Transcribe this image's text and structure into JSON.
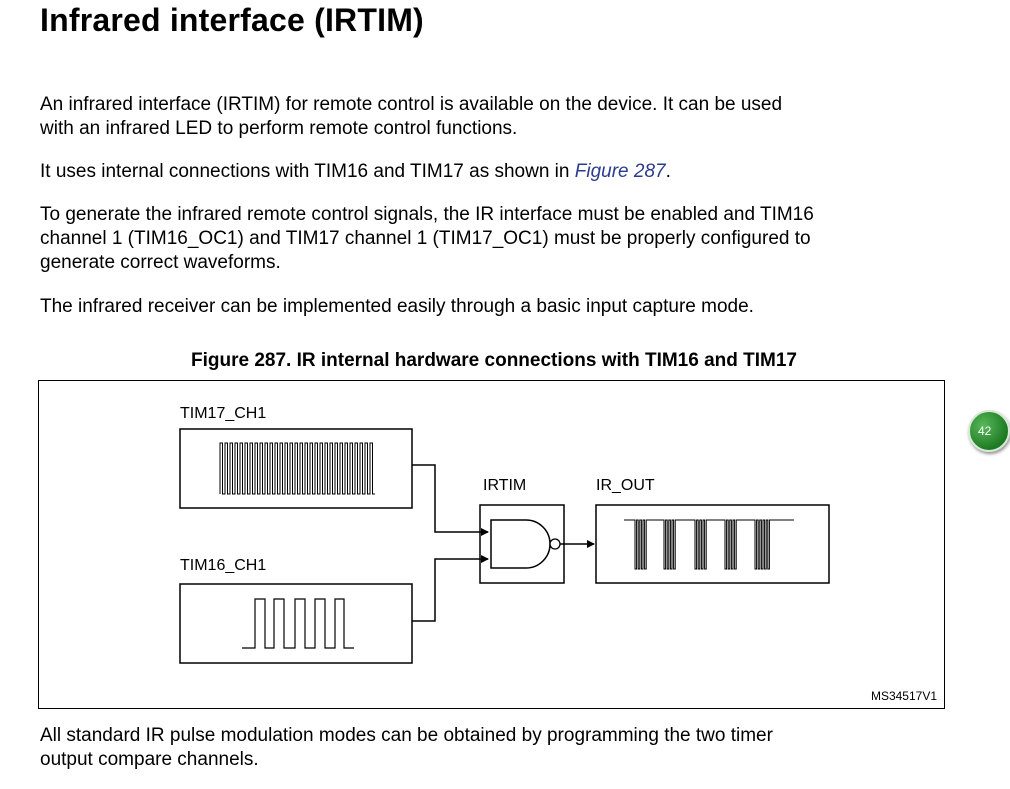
{
  "document": {
    "title": "Infrared interface (IRTIM)",
    "paragraphs": {
      "p1_line1": "An infrared interface (IRTIM) for remote control is available on the device. It can be used",
      "p1_line2": "with an infrared LED to perform remote control functions.",
      "p2_before": "It uses internal connections with TIM16 and TIM17 as shown in ",
      "p2_link": "Figure 287",
      "p2_after": ".",
      "p3_line1": "To generate the infrared remote control signals, the IR interface must be enabled and TIM16",
      "p3_line2": "channel 1 (TIM16_OC1) and TIM17 channel 1 (TIM17_OC1) must be properly configured to",
      "p3_line3": "generate correct waveforms.",
      "p4": "The infrared receiver can be implemented easily through a basic input capture mode.",
      "p5_line1": "All standard IR pulse modulation modes can be obtained by programming the two timer",
      "p5_line2": "output compare channels."
    },
    "figure": {
      "caption": "Figure 287. IR internal hardware connections with TIM16 and TIM17",
      "labels": {
        "tim17": "TIM17_CH1",
        "tim16": "TIM16_CH1",
        "irtim": "IRTIM",
        "irout": "IR_OUT",
        "code": "MS34517V1"
      }
    },
    "page_badge": "42"
  },
  "colors": {
    "text": "#000000",
    "link": "#2b3c8c",
    "badge": "#2e8b34"
  }
}
